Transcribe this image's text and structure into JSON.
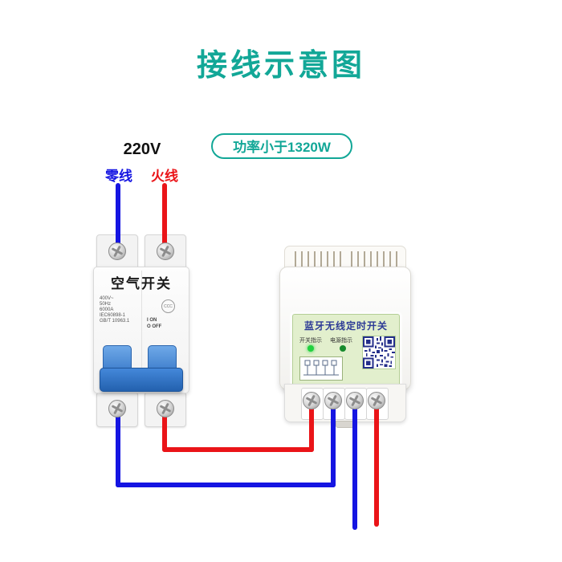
{
  "page": {
    "title": "接线示意图"
  },
  "labels": {
    "voltage": "220V",
    "power_limit": "功率小于1320W",
    "neutral_wire": "零线",
    "live_wire": "火线"
  },
  "breaker": {
    "name": "空气开关",
    "cert": "CCC",
    "specs": [
      "400V~",
      "50Hz",
      "6000A",
      "IEC60898-1",
      "GB/T 10963.1"
    ],
    "mark_on": "I ON",
    "mark_off": "O OFF"
  },
  "timer": {
    "title": "蓝牙无线定时开关",
    "indicator_switch": "开关指示",
    "indicator_power": "电源指示"
  },
  "colors": {
    "accent": "#12a797",
    "wire_blue": "#1515e2",
    "wire_red": "#ea1418",
    "handle_blue": "#3579cc",
    "panel_green": "#e2efcd",
    "navy": "#2c3a96"
  }
}
